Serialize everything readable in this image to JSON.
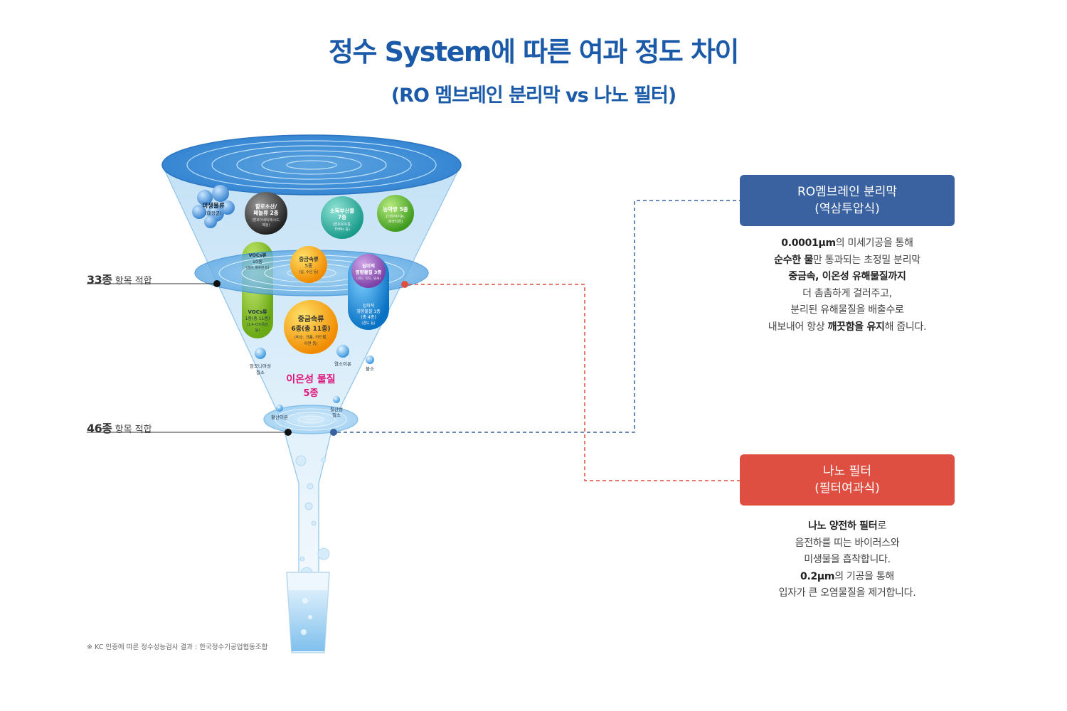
{
  "title": "정수 System에 따른 여과 정도 차이",
  "subtitle": "(RO 멤브레인 분리막 vs 나노 필터)",
  "levels": {
    "upper": {
      "count": "33종",
      "text": "항목 적합"
    },
    "lower": {
      "count": "46종",
      "text": "항목 적합"
    }
  },
  "funnel_balls": {
    "microbes": [
      "미생물류",
      "(대장균)"
    ],
    "haloacetic": [
      "할로초산/",
      "페놀류 2종",
      "(할로아세틱에시드,",
      "페놀)"
    ],
    "disinfection": [
      "소독부산물",
      "7종",
      "(클로로포름,",
      "THMs 등)"
    ],
    "pesticide": [
      "농약류 5종",
      "(다이아지논,",
      "파라티온)"
    ],
    "vocs_top": [
      "VOCs류",
      "10종",
      "(벤젠, 톨루엔 등)"
    ],
    "heavy_top": [
      "중금속류",
      "5종",
      "(납, 수은 등)"
    ],
    "aesthetic_top": [
      "심미적",
      "영향물질 3종",
      "(색도, 탁도, 냄새)"
    ],
    "vocs_bottom": [
      "VOCs류",
      "1종(총 11종)",
      "(1,4-다이옥산",
      "등)"
    ],
    "heavy_bottom": [
      "중금속류",
      "6종(총 11종)",
      "(비소, 크롬, 카드뮴,",
      "아연 등)"
    ],
    "aesthetic_bottom": [
      "심미적",
      "영향물질 1종",
      "(총 4종)",
      "(경도 등)"
    ],
    "ammonia": [
      "암모니아성",
      "질소"
    ],
    "chloride": "염소이온",
    "fluoride": "불소",
    "ionic": [
      "이온성 물질",
      "5종"
    ],
    "sulfate": "황산이온",
    "nitrate": [
      "질산성",
      "질소"
    ]
  },
  "ro_box": {
    "line1": "RO멤브레인 분리막",
    "line2": "(역삼투압식)"
  },
  "ro_desc": [
    {
      "b": "0.0001μm",
      "t": "의 미세기공을 통해"
    },
    {
      "b": "순수한 물",
      "t": "만 통과되는 초정밀 분리막"
    },
    {
      "b": "중금속, 이온성 유해물질까지",
      "t": ""
    },
    {
      "b": "",
      "t": "더 촘촘하게 걸러주고,"
    },
    {
      "b": "",
      "t": "분리된 유해물질을 배출수로"
    },
    {
      "pre": "내보내어 항상 ",
      "b": "깨끗함을 유지",
      "t": "해 줍니다."
    }
  ],
  "nano_box": {
    "line1": "나노 필터",
    "line2": "(필터여과식)"
  },
  "nano_desc": [
    {
      "b": "나노 양전하 필터",
      "t": "로"
    },
    {
      "b": "",
      "t": "음전하를 띠는 바이러스와"
    },
    {
      "b": "",
      "t": "미생물을 흡착합니다."
    },
    {
      "b": "0.2μm",
      "t": "의 기공을 통해"
    },
    {
      "b": "",
      "t": "입자가 큰 오염물질을 제거합니다."
    }
  ],
  "footnote": "※ KC 인증에 따른 정수성능검사 결과 : 한국정수기공업협동조합",
  "colors": {
    "title": "#1a5aa8",
    "ro": "#3a62a0",
    "nano": "#de4f42",
    "ionic": "#e0127a"
  }
}
